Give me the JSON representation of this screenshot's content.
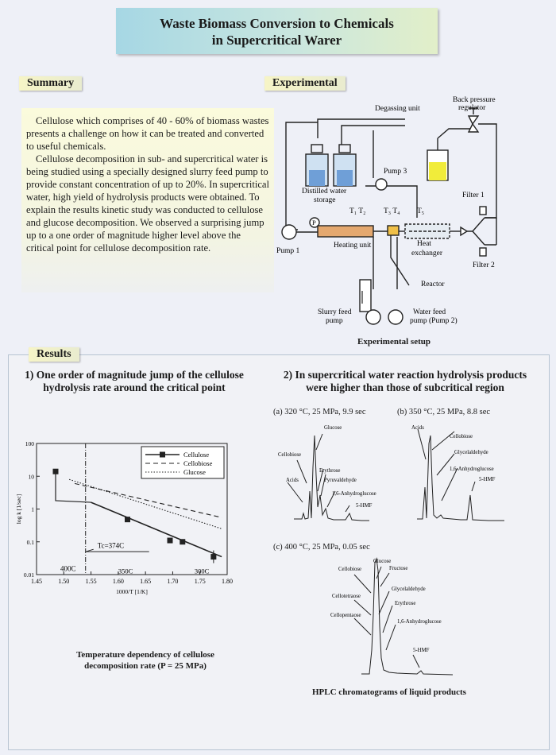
{
  "title": {
    "line1": "Waste Biomass Conversion to Chemicals",
    "line2": "in Supercritical Warer"
  },
  "summary": {
    "label": "Summary",
    "para1": "Cellulose which comprises of 40 - 60% of biomass wastes presents a challenge on how it can be treated and converted to useful chemicals.",
    "para2": "Cellulose decomposition in sub- and supercritical water is being studied using a specially designed slurry feed pump to provide constant concentration of up to 20%. In supercritical water, high yield of hydrolysis products were obtained. To explain the results kinetic study was conducted to cellulose and glucose decomposition. We observed a surprising jump up to a one order of magnitude higher level above the critical point for cellulose decomposition rate."
  },
  "experimental": {
    "label": "Experimental",
    "caption": "Experimental setup",
    "labels": {
      "degassing": "Degassing unit",
      "back_pressure": "Back pressure",
      "regulator": "regulator",
      "distilled1": "Distilled water",
      "distilled2": "storage",
      "pump3": "Pump 3",
      "pump1": "Pump 1",
      "p": "P",
      "heating": "Heating unit",
      "heat1": "Heat",
      "heat2": "exchanger",
      "filter1": "Filter 1",
      "filter2": "Filter 2",
      "reactor": "Reactor",
      "slurry1": "Slurry feed",
      "slurry2": "pump",
      "water1": "Water feed",
      "water2": "pump (Pump 2)",
      "t12": "T₁ T₂",
      "t34": "T₃ T₄",
      "t5": "T₅"
    }
  },
  "results": {
    "label": "Results",
    "h1_line1": "1) One order of magnitude jump of the cellulose",
    "h1_line2": "hydrolysis rate around the critical point",
    "h2_line1": "2) In supercritical water reaction hydrolysis products",
    "h2_line2": "were higher than those of subcritical region",
    "chart_caption1": "Temperature dependency of cellulose",
    "chart_caption2": "decomposition rate (P = 25 MPa)",
    "hplc_caption": "HPLC chromatograms of liquid products",
    "hplc_a": {
      "title": "(a) 320 °C, 25 MPa, 9.9 sec",
      "glucose": "Glucose",
      "cellobiose": "Cellobiose",
      "acids": "Acids",
      "erythrose": "Erythrose",
      "pyruvaldehyde": "Pyruvaldehyde",
      "anhydro": "1,6-Anhydroglucose",
      "hmf": "5-HMF"
    },
    "hplc_b": {
      "title": "(b) 350 °C, 25 MPa, 8.8 sec",
      "acids": "Acids",
      "cellobiose": "Cellobiose",
      "glyceraldehyde": "Glycelaldehyde",
      "anhydro": "1,6-Anhydroglucose",
      "hmf": "5-HMF"
    },
    "hplc_c": {
      "title": "(c) 400 °C, 25 MPa, 0.05 sec",
      "glucose": "Glucose",
      "fructose": "Fructose",
      "cellobiose": "Cellobiose",
      "glyceraldehyde": "Glycelaldehyde",
      "cellotetraose": "Cellotetraose",
      "erythrose": "Erythrose",
      "cellopentaose": "Cellopentaose",
      "anhydro": "1,6-Anhydroglucose",
      "hmf": "5-HMF"
    }
  },
  "chart_data": {
    "type": "line",
    "title": "",
    "xlabel": "1000/T [1/K]",
    "ylabel": "log k [1/sec]",
    "xlim": [
      1.45,
      1.8
    ],
    "ylim": [
      0.01,
      100
    ],
    "log_y": true,
    "x_ticks": [
      "1.45",
      "1.50",
      "1.55",
      "1.60",
      "1.65",
      "1.70",
      "1.75",
      "1.80"
    ],
    "y_ticks": [
      "0.01",
      "0.1",
      "1",
      "10",
      "100"
    ],
    "legend": [
      "Cellulose",
      "Cellobiose",
      "Glucose"
    ],
    "legend_position": "top-right",
    "annotations": [
      "Tc=374C",
      "400C",
      "350C",
      "300C"
    ],
    "critical_x": 1.54,
    "series": [
      {
        "name": "Cellulose",
        "style": "solid-square",
        "points": [
          [
            1.485,
            14
          ],
          [
            1.617,
            0.48
          ],
          [
            1.695,
            0.11
          ],
          [
            1.718,
            0.1
          ],
          [
            1.775,
            0.035
          ]
        ],
        "fit": [
          [
            1.55,
            1.6
          ],
          [
            1.79,
            0.035
          ]
        ],
        "jump": [
          [
            1.485,
            14
          ],
          [
            1.485,
            1.8
          ],
          [
            1.55,
            1.6
          ]
        ]
      },
      {
        "name": "Cellobiose",
        "style": "dashed",
        "fit": [
          [
            1.52,
            6
          ],
          [
            1.79,
            0.55
          ]
        ]
      },
      {
        "name": "Glucose",
        "style": "dotted",
        "fit": [
          [
            1.51,
            8
          ],
          [
            1.79,
            0.25
          ]
        ]
      }
    ]
  }
}
